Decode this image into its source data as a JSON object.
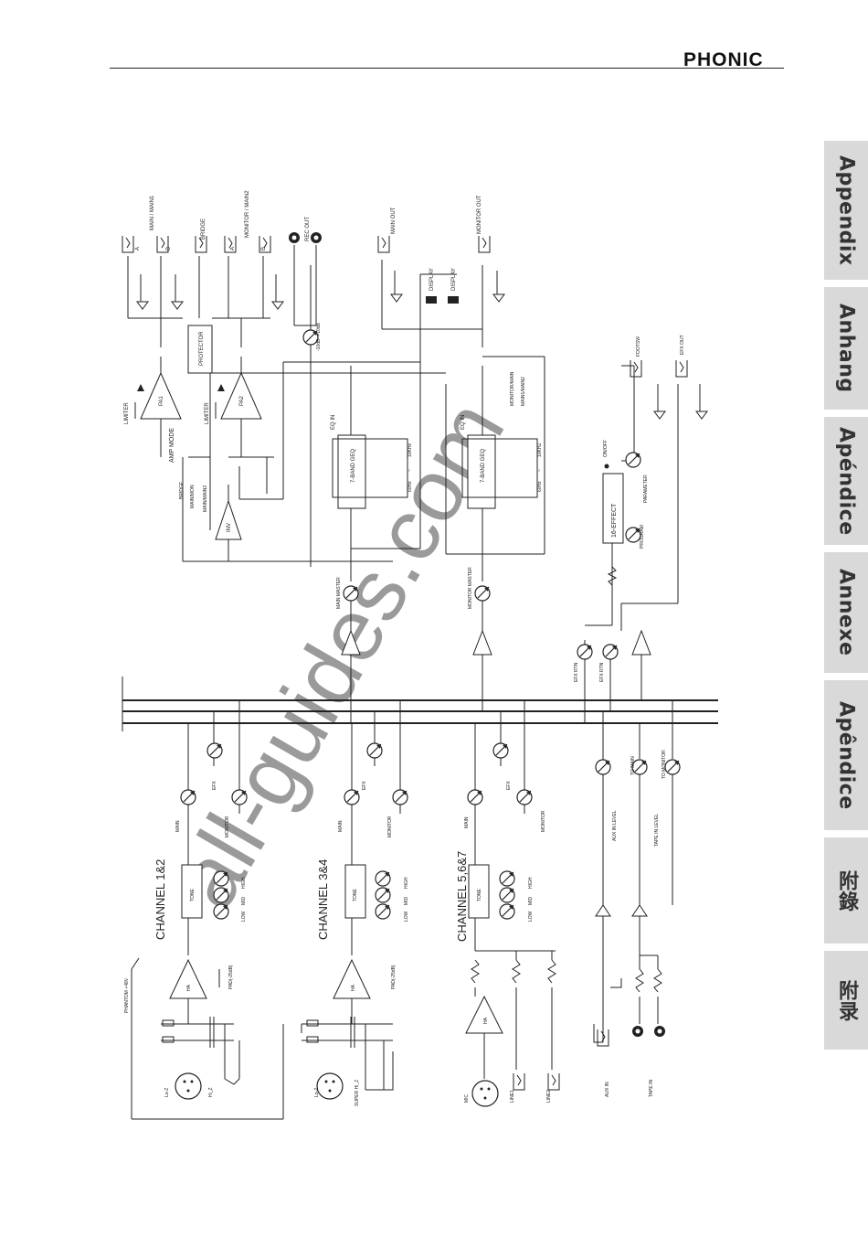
{
  "header": {
    "brand": "PHONIC"
  },
  "side_tabs": [
    "Appendix",
    "Anhang",
    "Apéndice",
    "Annexe",
    "Apêndice",
    "附錄",
    "附录"
  ],
  "watermark": "all-guides.com",
  "diagram": {
    "channels": [
      "CHANNEL 1&2",
      "CHANNEL 3&4",
      "CHANNEL 5,6&7"
    ],
    "outputs": {
      "main_main1": "MAIN / MAIN1",
      "bridge": "BRIDGE",
      "monitor_main2": "MONITOR / MAIN2",
      "a": "A",
      "b": "B",
      "rec_out": "REC OUT",
      "main_out": "MAIN OUT",
      "monitor_out": "MONITOR OUT",
      "display": "DISPLAY",
      "rec_level": "-10dB~+10dB",
      "protector": "PROTECTOR",
      "limiter": "LIMITER",
      "pa1": "PA1",
      "pa2": "PA2",
      "amp_mode": "AMP MODE",
      "mode_bridge": "BRIDGE",
      "mode_main_mon": "MAIN/MON",
      "mode_main_main2": "MAIN/MAIN2",
      "inv": "INV"
    },
    "eq": {
      "eq_in": "EQ IN",
      "geq": "7-BAND GEQ",
      "f_low": "60Hz",
      "f_high": "10KHz",
      "f_high2": "10KHZ",
      "tilde": "~",
      "monitor_main": "MONITOR/MAIN",
      "main1_main2": "MAIN1/MAIN2"
    },
    "effects": {
      "footsw": "FOOTSW",
      "efx_out": "EFX OUT",
      "on_off": "ON/OFF",
      "effect": "16-EFFECT",
      "program": "PROGRAM",
      "parameter": "PARAMETER",
      "efx_rtn": "EFX RTN"
    },
    "masters": {
      "main_master": "MAIN MASTER",
      "monitor_master": "MONITOR MASTER"
    },
    "strip": {
      "main": "MAIN",
      "monitor": "MONITOR",
      "efx": "EFX",
      "tone": "TONE",
      "low": "LOW",
      "mid": "MID",
      "high": "HIGH",
      "ha": "HA",
      "pad": "PAD(-25dB)",
      "phantom": "PHANTOM +48V",
      "loz": "Lo-Z",
      "hiz": "Hi_Z",
      "superhiz": "SUPER Hi_Z",
      "mic": "MIC",
      "line1": "LINE1",
      "line2": "LINE2"
    },
    "aux": {
      "to_main": "TO MAIN",
      "to_monitor": "TO MONITOR",
      "aux_in_level": "AUX IN LEVEL",
      "tape_in_level": "TAPE IN LEVEL",
      "aux_in": "AUX IN",
      "tape_in": "TAPE IN"
    }
  }
}
